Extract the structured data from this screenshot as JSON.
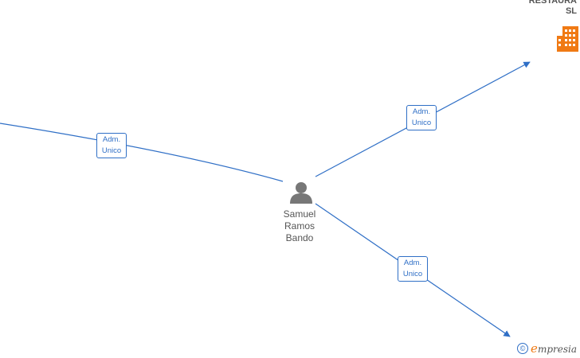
{
  "colors": {
    "edge": "#2f6fc6",
    "person_icon": "#777777",
    "company_icon": "#f07a14",
    "text": "#555555"
  },
  "person": {
    "name_lines": [
      "Samuel",
      "Ramos",
      "Bando"
    ],
    "icon": "person-icon"
  },
  "company": {
    "name_lines": [
      "RESTAURA",
      "SL"
    ],
    "icon": "building-icon"
  },
  "edges": [
    {
      "label_line1": "Adm.",
      "label_line2": "Unico"
    },
    {
      "label_line1": "Adm.",
      "label_line2": "Unico"
    },
    {
      "label_line1": "Adm.",
      "label_line2": "Unico"
    }
  ],
  "watermark": {
    "symbol": "©",
    "brand_initial": "e",
    "brand_rest": "mpresia"
  }
}
